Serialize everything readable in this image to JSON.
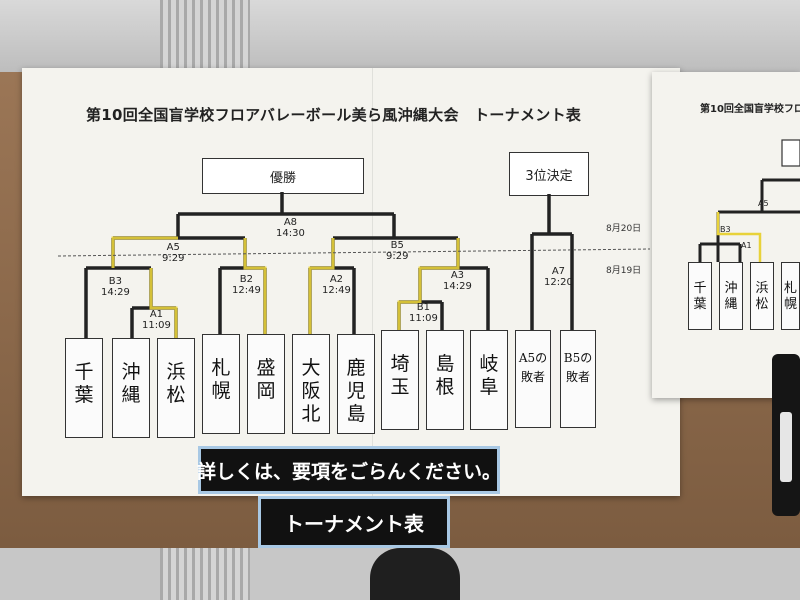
{
  "sheet": {
    "title": "第10回全国盲学校フロアバレーボール美ら風沖縄大会　トーナメント表",
    "champion_label": "優勝",
    "third_place_label": "3位決定",
    "dates": {
      "day2": "8月20日",
      "day1": "8月19日"
    },
    "matches": {
      "A8": {
        "id": "A8",
        "time": "14:30"
      },
      "A5": {
        "id": "A5",
        "time": "9:29"
      },
      "B5": {
        "id": "B5",
        "time": "9:29"
      },
      "B3": {
        "id": "B3",
        "time": "14:29"
      },
      "A1": {
        "id": "A1",
        "time": "11:09"
      },
      "B2": {
        "id": "B2",
        "time": "12:49"
      },
      "A2": {
        "id": "A2",
        "time": "12:49"
      },
      "A3": {
        "id": "A3",
        "time": "14:29"
      },
      "B1": {
        "id": "B1",
        "time": "11:09"
      },
      "A7": {
        "id": "A7",
        "time": "12:20"
      }
    },
    "teams": [
      "千葉",
      "沖縄",
      "浜松",
      "札幌",
      "盛岡",
      "大阪北",
      "鹿児島",
      "埼玉",
      "島根",
      "岐阜"
    ],
    "third_place_slots": [
      "A5の敗者",
      "B5の敗者"
    ],
    "notice": "詳しくは、要項をごらんください。",
    "banner": "トーナメント表"
  },
  "second_sheet": {
    "title": "第10回全国盲学校フロ",
    "teams": [
      "千葉",
      "沖縄",
      "浜松",
      "札幌"
    ],
    "matches": {
      "B3": "B3",
      "A1": "A1",
      "A5": "A5"
    }
  },
  "colors": {
    "tape": "#e8d23a",
    "banner_border": "#a8c8e4"
  }
}
